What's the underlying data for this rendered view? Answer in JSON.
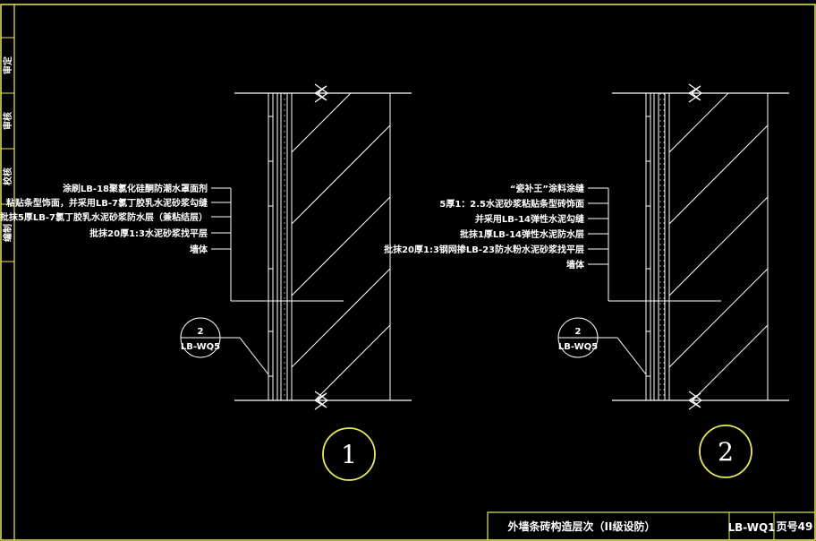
{
  "side_strip": {
    "cells": [
      "审定",
      "审核",
      "校核",
      "编制"
    ]
  },
  "detail_1": {
    "number": "1",
    "callout": {
      "top": "2",
      "bottom": "LB-WQ5"
    },
    "layers": [
      "涂刷LB-18聚氯化硅酮防潮水罩面剂",
      "粘贴条型饰面，并采用LB-7氯丁胶乳水泥砂浆勾缝",
      "批抹5厚LB-7氯丁胶乳水泥砂浆防水层（兼粘结层）",
      "批抹20厚1:3水泥砂浆找平层",
      "墙体"
    ]
  },
  "detail_2": {
    "number": "2",
    "callout": {
      "top": "2",
      "bottom": "LB-WQ5"
    },
    "layers": [
      "“瓷补王”涂料涂缝",
      "5厚1：2.5水泥砂浆粘贴条型砖饰面",
      "并采用LB-14弹性水泥勾缝",
      "批抹1厚LB-14弹性水泥防水层",
      "批抹20厚1:3钢网掺LB-23防水粉水泥砂浆找平层",
      "墙体"
    ]
  },
  "title_block": {
    "title": "外墙条砖构造层次（II级设防）",
    "code": "LB-WQ1",
    "page": "页号49"
  },
  "colors": {
    "frame": "#e8e85a",
    "lines": "#ffffff",
    "background": "#000000"
  }
}
